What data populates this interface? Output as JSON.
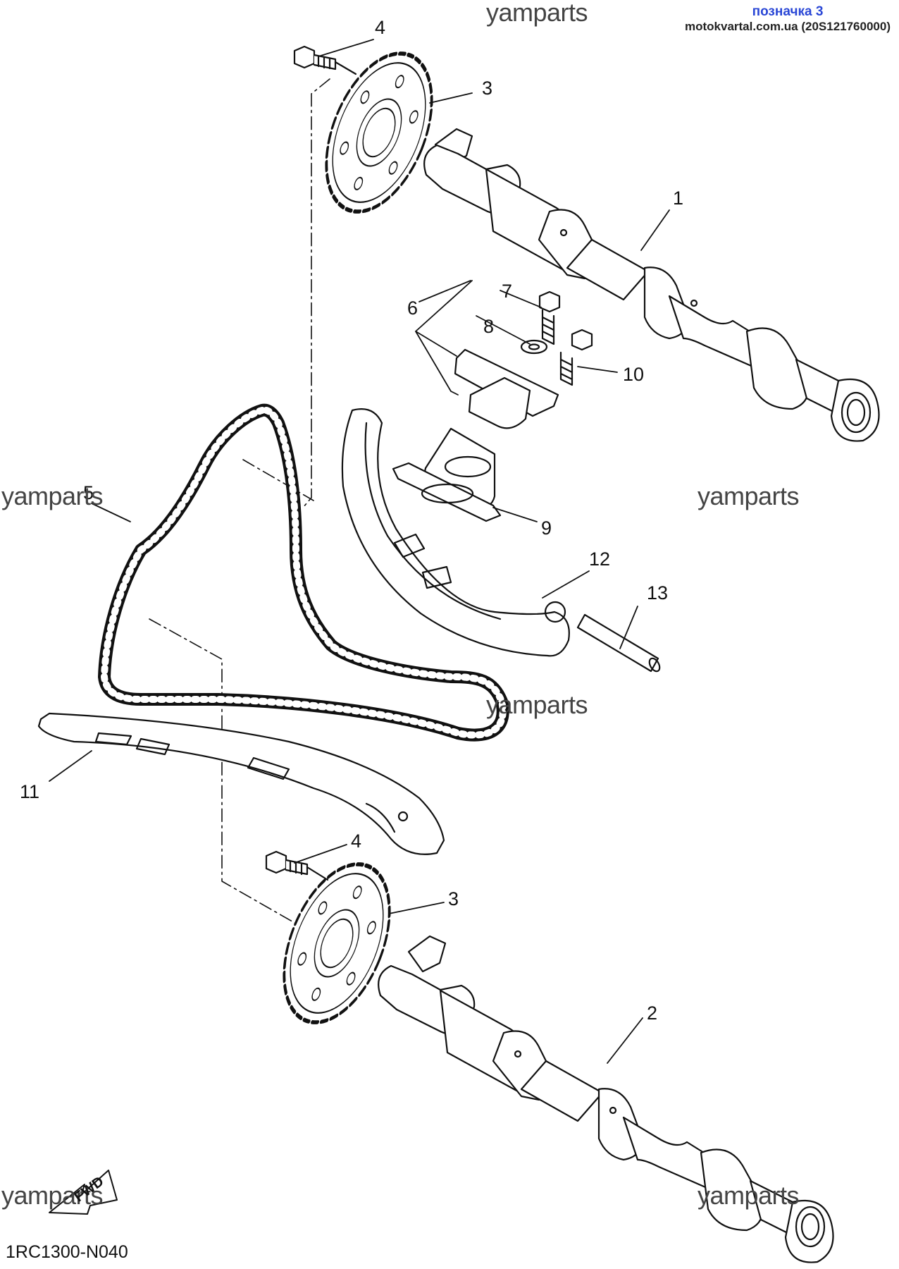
{
  "header": {
    "label": "позначка 3",
    "source": "motokvartal.com.ua (20S121760000)"
  },
  "watermarks": [
    "yamparts",
    "yamparts",
    "yamparts",
    "yamparts",
    "yamparts",
    "yamparts"
  ],
  "callouts": {
    "n1": "1",
    "n2": "2",
    "n3a": "3",
    "n3b": "3",
    "n4a": "4",
    "n4b": "4",
    "n5": "5",
    "n6": "6",
    "n7": "7",
    "n8": "8",
    "n9": "9",
    "n10": "10",
    "n11": "11",
    "n12": "12",
    "n13": "13"
  },
  "fwd_badge": "FWD",
  "diagram_code": "1RC1300-N040"
}
